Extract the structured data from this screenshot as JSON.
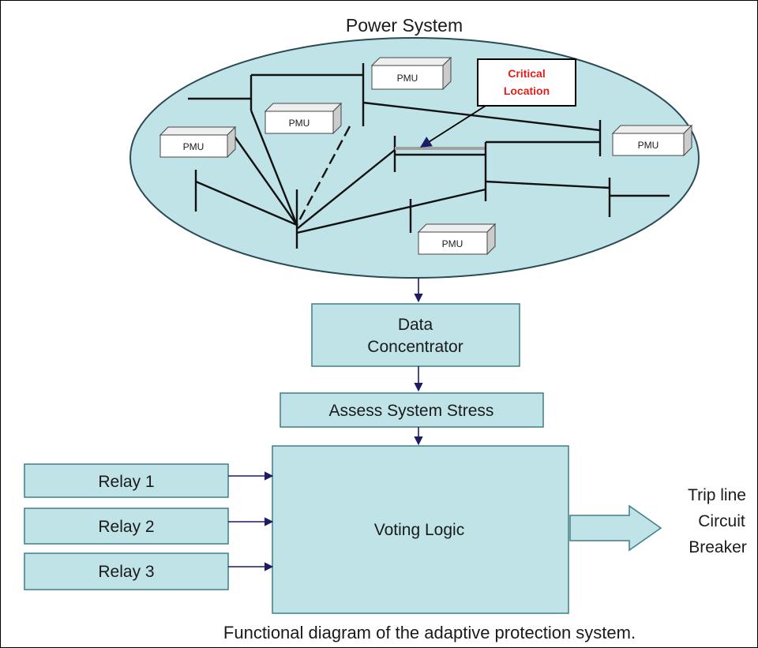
{
  "title": "Power System",
  "pmu_label": "PMU",
  "critical": {
    "line1": "Critical",
    "line2": "Location"
  },
  "data_concentrator": {
    "line1": "Data",
    "line2": "Concentrator"
  },
  "assess": "Assess System Stress",
  "relays": [
    "Relay 1",
    "Relay 2",
    "Relay 3"
  ],
  "voting": "Voting Logic",
  "output": {
    "line1": "Trip line",
    "line2": "Circuit",
    "line3": "Breaker"
  },
  "caption": "Functional diagram of the adaptive protection system.",
  "colors": {
    "box_fill": "#bfe3e6",
    "ellipse_fill": "#bfe3e6",
    "critical_text": "#e0201b",
    "arrow": "#1c1c66"
  }
}
